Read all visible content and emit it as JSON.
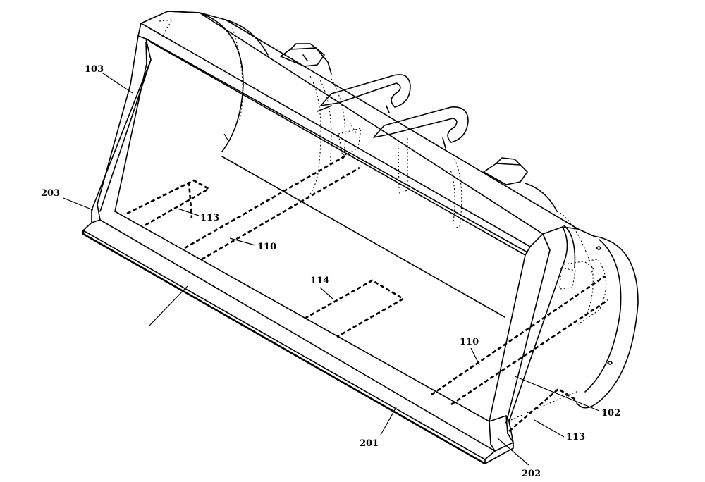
{
  "labels": [
    {
      "text": "103"
    },
    {
      "text": "203"
    },
    {
      "text": "113"
    },
    {
      "text": "110"
    },
    {
      "text": "114"
    },
    {
      "text": "110"
    },
    {
      "text": "102"
    },
    {
      "text": "113"
    },
    {
      "text": "201"
    },
    {
      "text": "202"
    }
  ]
}
